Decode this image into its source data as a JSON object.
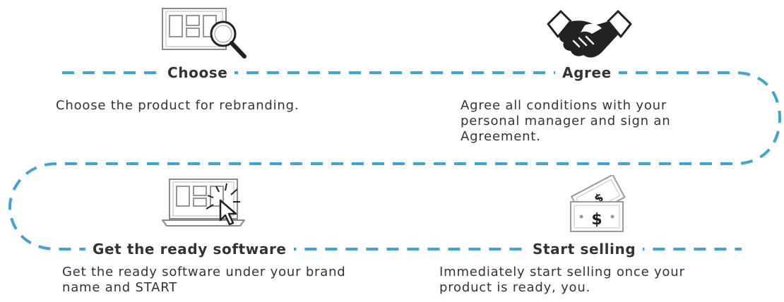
{
  "steps": [
    {
      "key": "choose",
      "title": "Choose",
      "description": "Choose the product for rebranding.",
      "icon": "monitor-search-icon"
    },
    {
      "key": "agree",
      "title": "Agree",
      "description": "Agree all conditions with your personal manager and sign an Agreement.",
      "icon": "handshake-icon"
    },
    {
      "key": "get",
      "title": "Get the ready software",
      "description": "Get the ready software under your brand name and START",
      "icon": "laptop-cursor-icon"
    },
    {
      "key": "sell",
      "title": "Start selling",
      "description": "Immediately start selling once your product is ready, you.",
      "icon": "money-icon"
    }
  ],
  "colors": {
    "path": "#3aa6d8",
    "text": "#333333",
    "icon_stroke": "#7a7a7a",
    "icon_dark": "#222222"
  }
}
